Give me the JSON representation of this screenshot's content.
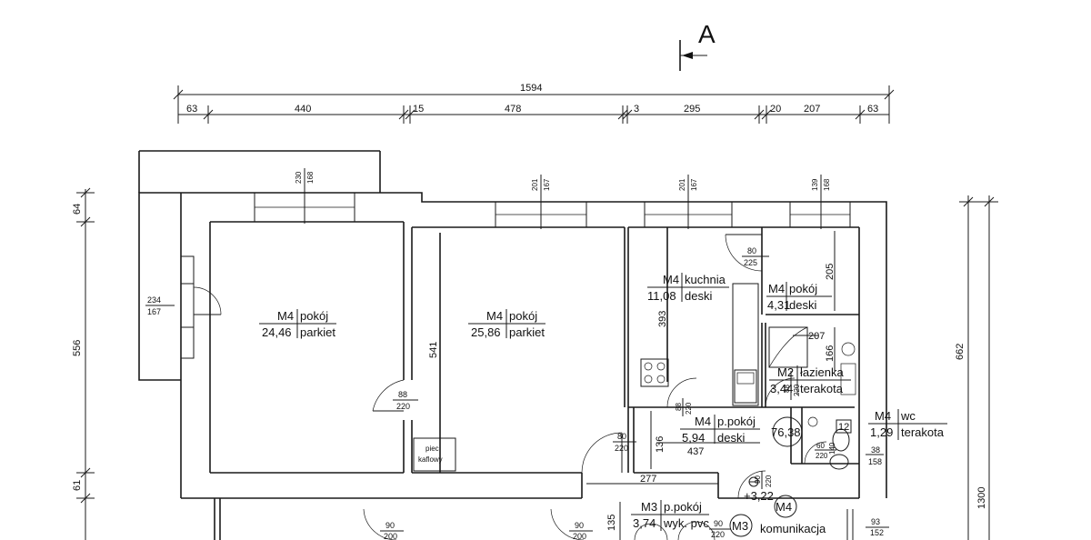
{
  "section_marker": "A",
  "top_dimensions": {
    "overall": "1594",
    "segments": [
      "63",
      "440",
      "15",
      "478",
      "3",
      "295",
      "20",
      "207",
      "63"
    ]
  },
  "window_labels": [
    {
      "top": "230",
      "bottom": "168"
    },
    {
      "top": "201",
      "bottom": "167"
    },
    {
      "top": "201",
      "bottom": "167"
    },
    {
      "top": "139",
      "bottom": "168"
    }
  ],
  "left_dimensions": {
    "d1": "64",
    "d2": "556",
    "d3": "61"
  },
  "right_dimensions": {
    "d1": "662",
    "d2": "1300"
  },
  "balcony_door": {
    "top": "234",
    "bottom": "167"
  },
  "rooms": [
    {
      "code": "M4",
      "name": "pokój",
      "area": "24,46",
      "floor": "parkiet"
    },
    {
      "code": "M4",
      "name": "pokój",
      "area": "25,86",
      "floor": "parkiet"
    },
    {
      "code": "M4",
      "name": "kuchnia",
      "area": "11,08",
      "floor": "deski"
    },
    {
      "code": "M4",
      "name": "pokój",
      "area": "4,31",
      "floor": "deski"
    },
    {
      "code": "M2",
      "name": "łazienka",
      "area": "3,44",
      "floor": "terakota"
    },
    {
      "code": "M4",
      "name": "wc",
      "area": "1,29",
      "floor": "terakota"
    },
    {
      "code": "M4",
      "name": "p.pokój",
      "area": "5,94",
      "floor": "deski"
    },
    {
      "code": "M3",
      "name": "p.pokój",
      "area": "3,74",
      "floor": "wyk. pvc"
    }
  ],
  "inner_dimensions": {
    "wall_541": "541",
    "kitchen_393": "393",
    "small_205": "205",
    "bath_207": "207",
    "bath_166": "166",
    "hall_136": "136",
    "hall_437": "437",
    "hall_277": "277",
    "hall_135": "135",
    "wc_12": "12",
    "wc_140": "140"
  },
  "door_labels": [
    {
      "top": "88",
      "bottom": "220"
    },
    {
      "top": "80",
      "bottom": "220"
    },
    {
      "top": "80",
      "bottom": "225"
    },
    {
      "top": "88",
      "bottom": "220"
    },
    {
      "top": "88",
      "bottom": "220"
    },
    {
      "top": "60",
      "bottom": "220"
    },
    {
      "top": "38",
      "bottom": "158"
    },
    {
      "top": "90",
      "bottom": "220"
    },
    {
      "top": "90",
      "bottom": "200"
    },
    {
      "top": "90",
      "bottom": "200"
    },
    {
      "top": "90",
      "bottom": "220"
    },
    {
      "top": "93",
      "bottom": "152"
    }
  ],
  "stove_label": {
    "line1": "piec",
    "line2": "kaflowy"
  },
  "height_mark": "76,38",
  "level_mark": "+3,22",
  "corridor": {
    "code": "M4",
    "name": "komunikacja"
  },
  "circle_codes": [
    "M3",
    "M4"
  ]
}
